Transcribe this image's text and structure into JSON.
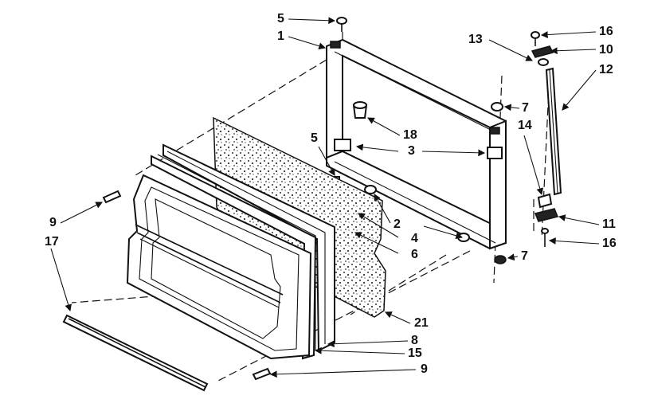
{
  "diagram": {
    "part_numbers": {
      "p1": "1",
      "p2": "2",
      "p3": "3",
      "p4": "4",
      "p5a": "5",
      "p5b": "5",
      "p6": "6",
      "p7a": "7",
      "p7b": "7",
      "p8": "8",
      "p9a": "9",
      "p9b": "9",
      "p10": "10",
      "p11": "11",
      "p12": "12",
      "p13": "13",
      "p14": "14",
      "p15": "15",
      "p16a": "16",
      "p16b": "16",
      "p17": "17",
      "p18": "18",
      "p21": "21"
    }
  }
}
